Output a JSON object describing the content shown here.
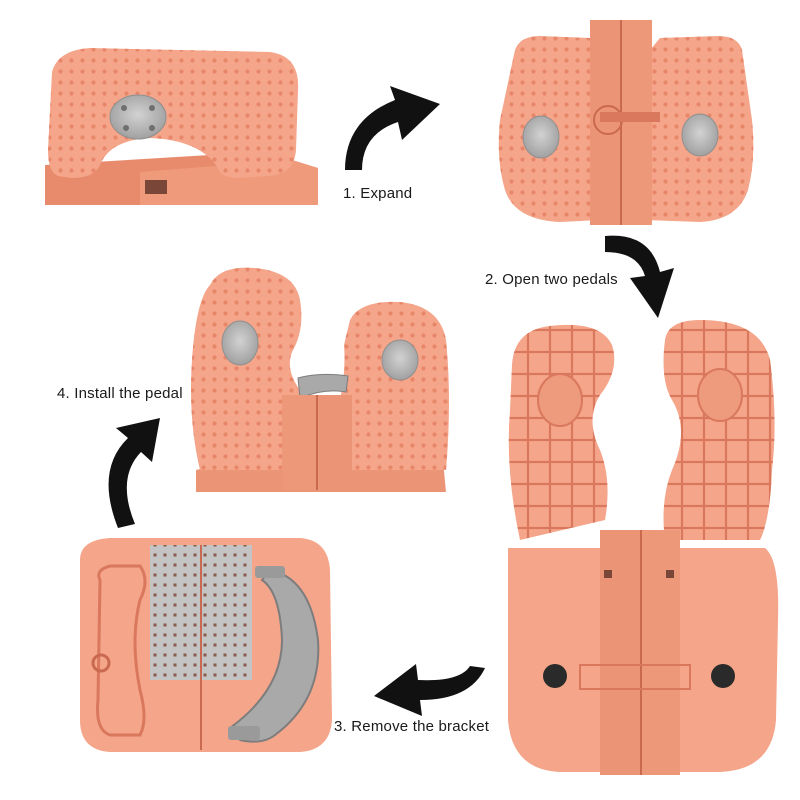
{
  "steps": [
    {
      "label": "1. Expand"
    },
    {
      "label": "2. Open two pedals"
    },
    {
      "label": "3. Remove the bracket"
    },
    {
      "label": "4. Install the pedal"
    }
  ],
  "colors": {
    "plastic": "#f4a58a",
    "plastic_dark": "#e08a6f",
    "plastic_shadow": "#d9785c",
    "grey_pad": "#b9b9b9",
    "arrow": "#111111"
  }
}
